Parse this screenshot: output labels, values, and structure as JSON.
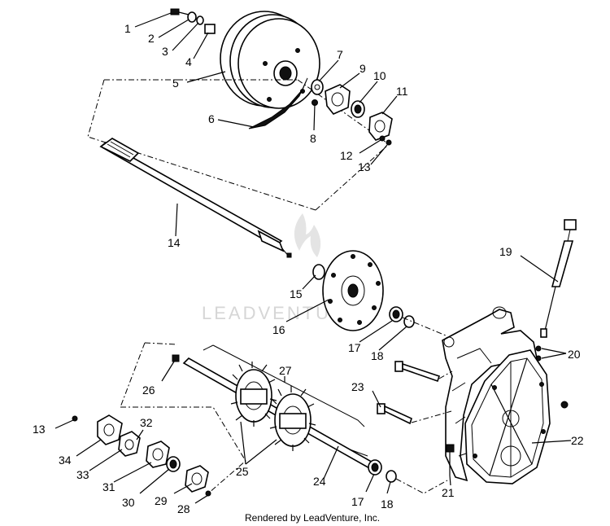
{
  "diagram": {
    "callouts": [
      "1",
      "2",
      "3",
      "4",
      "5",
      "6",
      "7",
      "8",
      "9",
      "10",
      "11",
      "12",
      "13",
      "14",
      "15",
      "16",
      "17",
      "18",
      "19",
      "20",
      "21",
      "22",
      "23",
      "24",
      "25",
      "26",
      "27",
      "28",
      "29",
      "30",
      "31",
      "32",
      "33",
      "34",
      "13",
      "17",
      "18"
    ],
    "watermark": "LEADVENTURE",
    "footer": "Rendered by LeadVenture, Inc."
  }
}
